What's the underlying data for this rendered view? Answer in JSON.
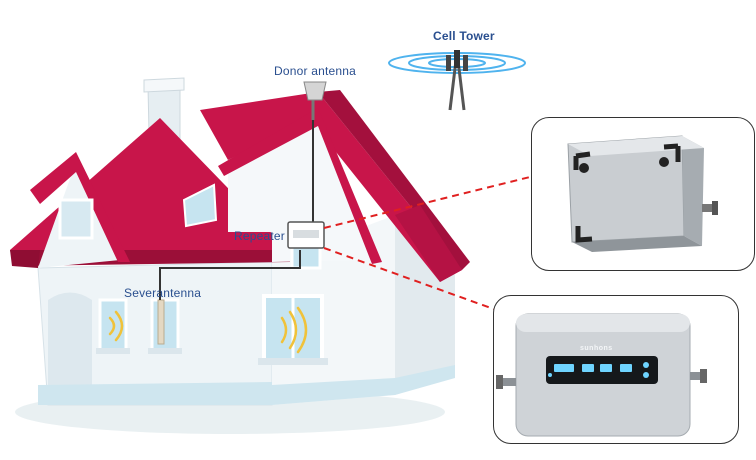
{
  "labels": {
    "cell_tower": "Cell Tower",
    "donor_antenna": "Donor antenna",
    "repeater": "Repeater",
    "server_antenna": "Severantenna"
  },
  "device": {
    "brand": "sunhons"
  },
  "colors": {
    "roof": "#c8154a",
    "label": "#2a4f8f",
    "link_line": "#e02020",
    "wall": "#eef4f7"
  }
}
